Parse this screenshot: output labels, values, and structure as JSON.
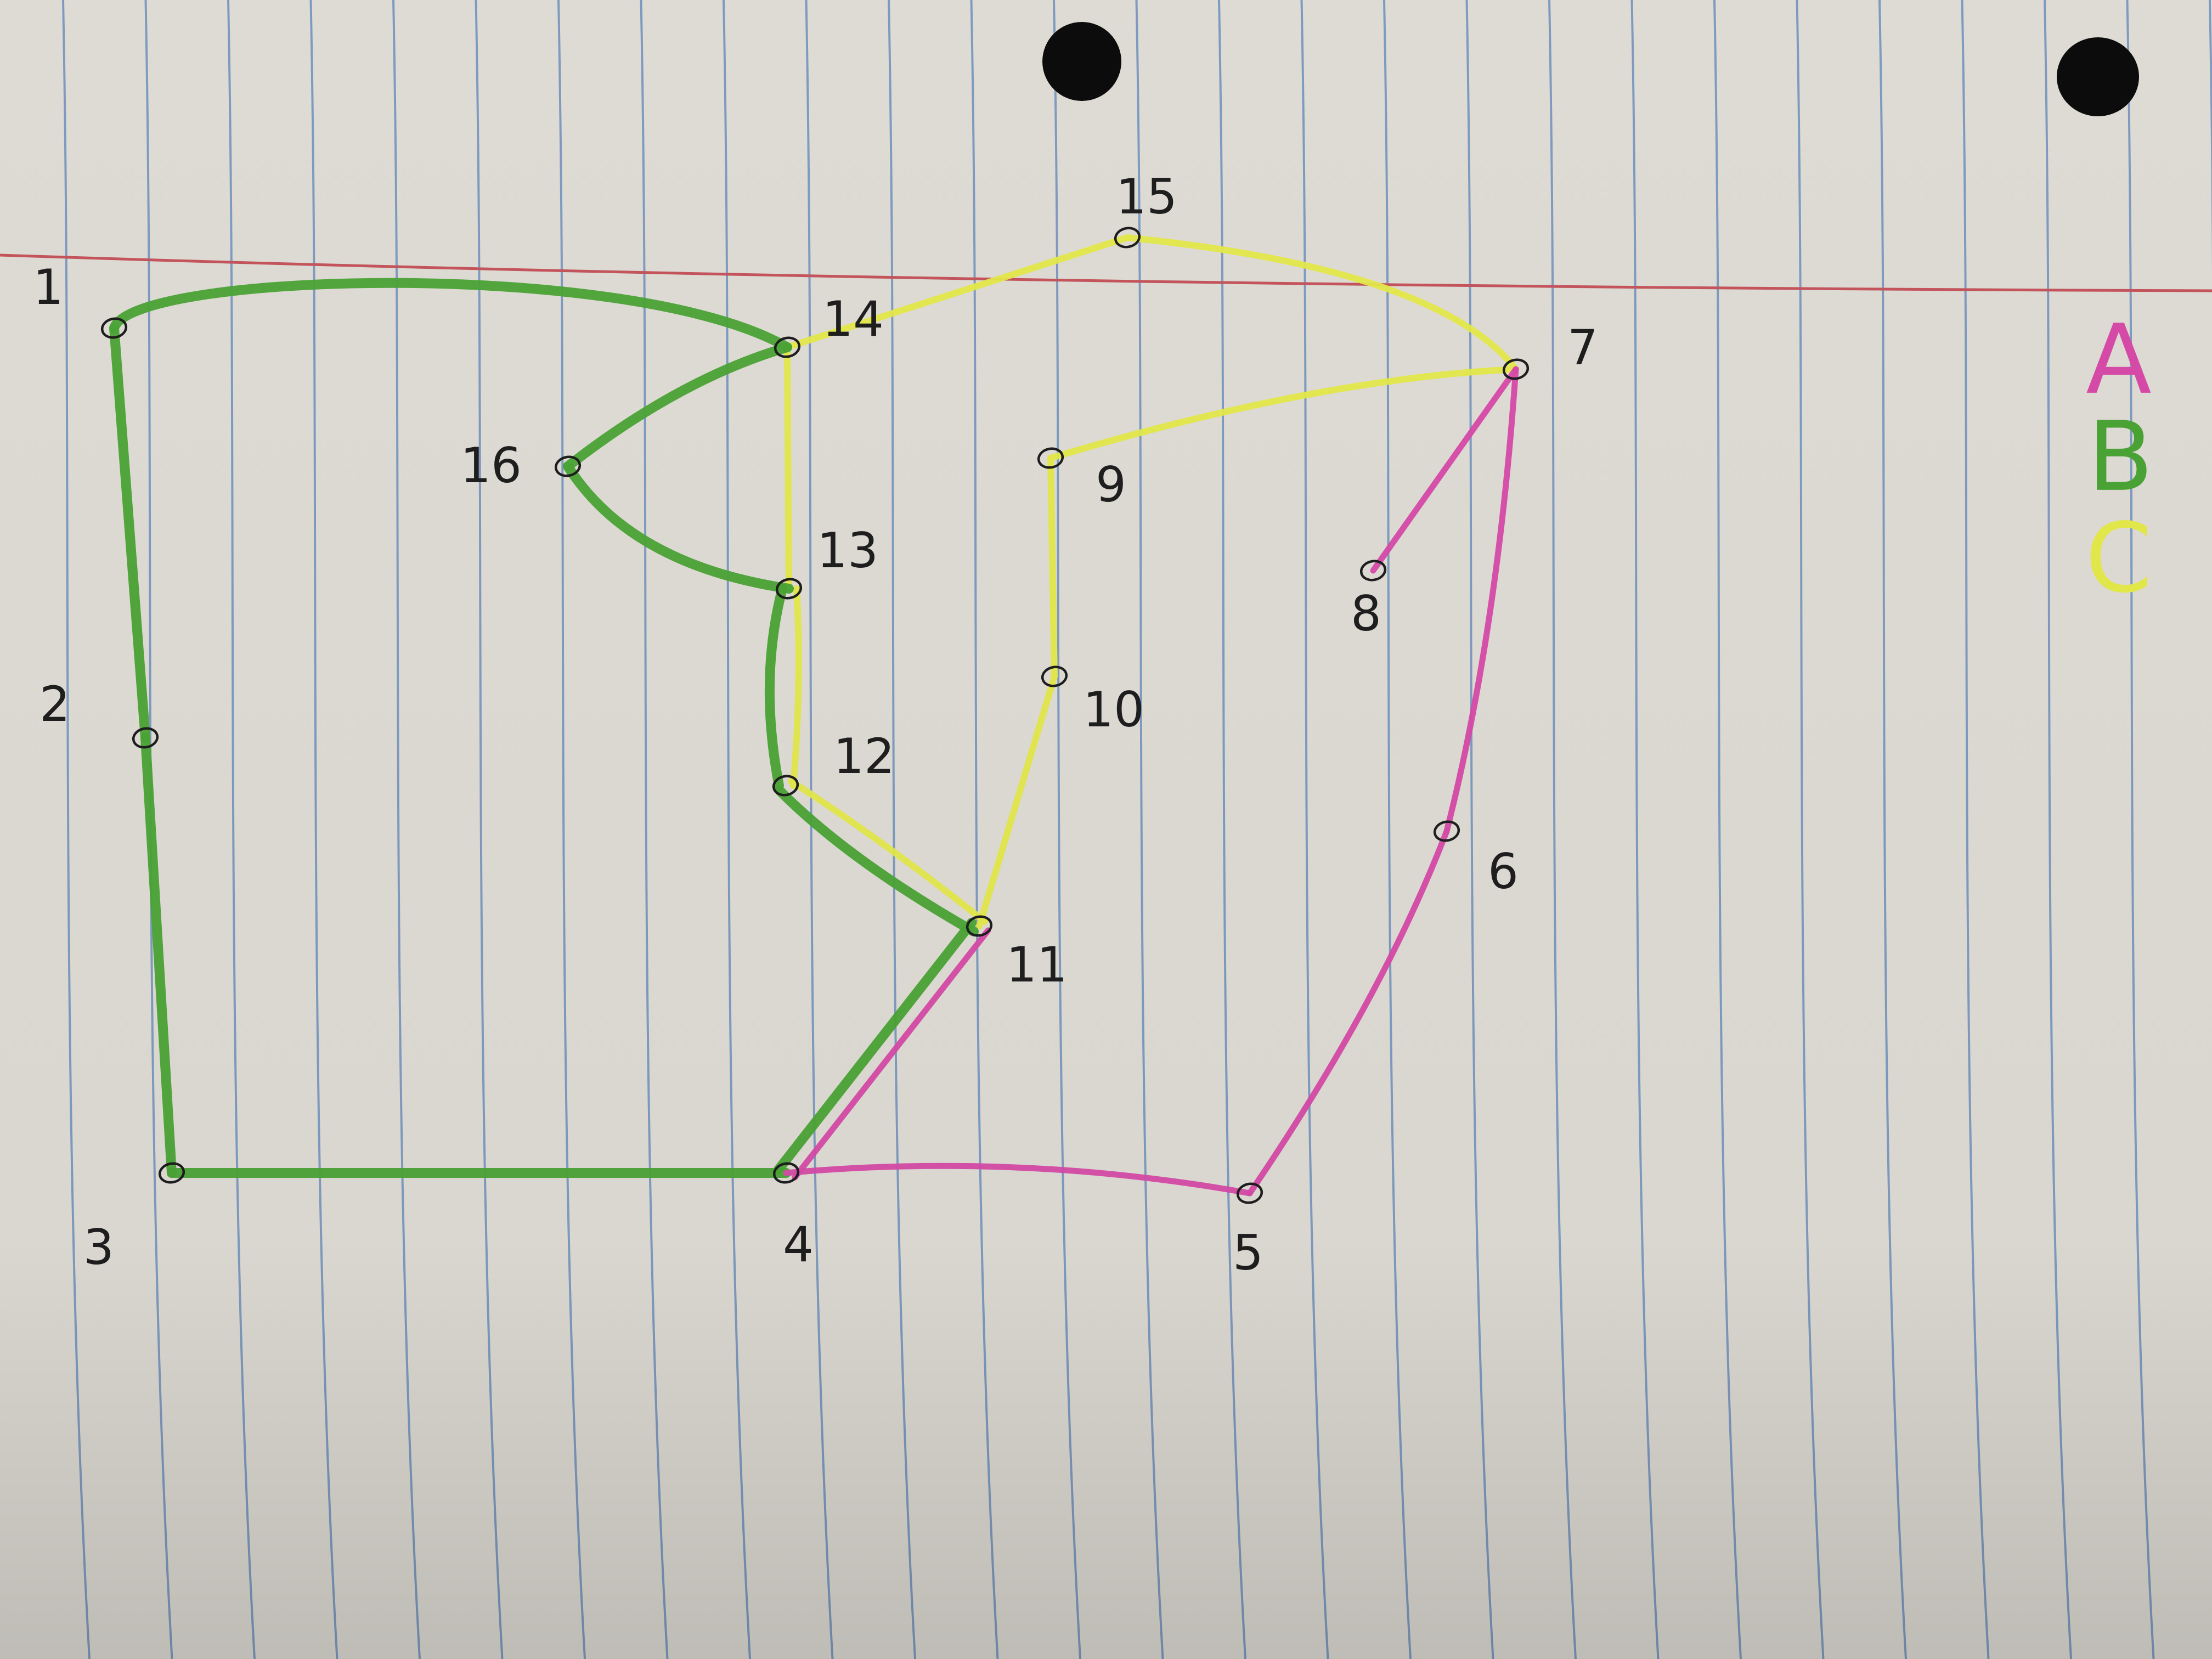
{
  "colors": {
    "paper": "#dedbd4",
    "paper_shadow": "#a9a6a0",
    "rule_line": "#5d86b8",
    "margin_line": "#c4545c",
    "ink": "#1e1e1e",
    "punch_hole": "#0c0c0c",
    "route_a": "#d64aa8",
    "route_b": "#4aa335",
    "route_c": "#e3e84a"
  },
  "legend": [
    {
      "id": "A",
      "label": "A",
      "color": "#d64aa8"
    },
    {
      "id": "B",
      "label": "B",
      "color": "#4aa335"
    },
    {
      "id": "C",
      "label": "C",
      "color": "#e3e84a"
    }
  ],
  "nodes": [
    {
      "id": 1,
      "label": "1"
    },
    {
      "id": 2,
      "label": "2"
    },
    {
      "id": 3,
      "label": "3"
    },
    {
      "id": 4,
      "label": "4"
    },
    {
      "id": 5,
      "label": "5"
    },
    {
      "id": 6,
      "label": "6"
    },
    {
      "id": 7,
      "label": "7"
    },
    {
      "id": 8,
      "label": "8"
    },
    {
      "id": 9,
      "label": "9"
    },
    {
      "id": 10,
      "label": "10"
    },
    {
      "id": 11,
      "label": "11"
    },
    {
      "id": 12,
      "label": "12"
    },
    {
      "id": 13,
      "label": "13"
    },
    {
      "id": 14,
      "label": "14"
    },
    {
      "id": 15,
      "label": "15"
    },
    {
      "id": 16,
      "label": "16"
    }
  ],
  "routes": [
    {
      "id": "A",
      "color": "#d64aa8",
      "edges": [
        [
          4,
          11
        ],
        [
          4,
          5
        ],
        [
          5,
          6
        ],
        [
          6,
          7
        ],
        [
          7,
          8
        ]
      ]
    },
    {
      "id": "B",
      "color": "#4aa335",
      "edges": [
        [
          1,
          14
        ],
        [
          1,
          2
        ],
        [
          2,
          3
        ],
        [
          3,
          4
        ],
        [
          4,
          11
        ],
        [
          11,
          12
        ],
        [
          12,
          13
        ],
        [
          13,
          16
        ],
        [
          16,
          14
        ]
      ]
    },
    {
      "id": "C",
      "color": "#e3e84a",
      "edges": [
        [
          14,
          15
        ],
        [
          15,
          7
        ],
        [
          7,
          9
        ],
        [
          9,
          10
        ],
        [
          10,
          11
        ],
        [
          11,
          12
        ],
        [
          12,
          13
        ],
        [
          13,
          14
        ]
      ]
    }
  ]
}
